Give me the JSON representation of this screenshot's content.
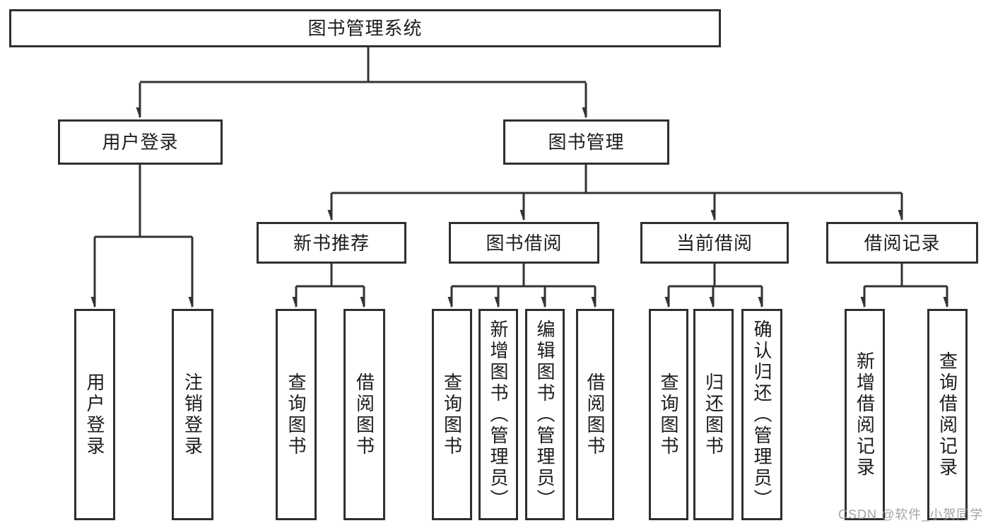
{
  "diagram": {
    "title": "图书管理系统",
    "level1": {
      "user_login": "用户登录",
      "book_management": "图书管理"
    },
    "level2": {
      "new_book_recommend": "新书推荐",
      "book_borrowing": "图书借阅",
      "current_borrowing": "当前借阅",
      "borrowing_records": "借阅记录"
    },
    "leaves": {
      "user_login": "用户登录",
      "logout": "注销登录",
      "nbr_query_books": "查询图书",
      "nbr_borrow_books": "借阅图书",
      "bb_query_books": "查询图书",
      "bb_add_books_admin": "新增图书（管理员）",
      "bb_edit_books_admin": "编辑图书（管理员）",
      "bb_borrow_books": "借阅图书",
      "cb_query_books": "查询图书",
      "cb_return_books": "归还图书",
      "cb_confirm_return_admin": "确认归还（管理员）",
      "br_add_record": "新增借阅记录",
      "br_query_record": "查询借阅记录"
    }
  },
  "watermark": {
    "text": "CSDN @软件_小贺同学",
    "color": "#949494"
  },
  "colors": {
    "line": "#333333",
    "box_border": "#2f2f2f",
    "text": "#1c1c1c",
    "background": "#ffffff"
  }
}
